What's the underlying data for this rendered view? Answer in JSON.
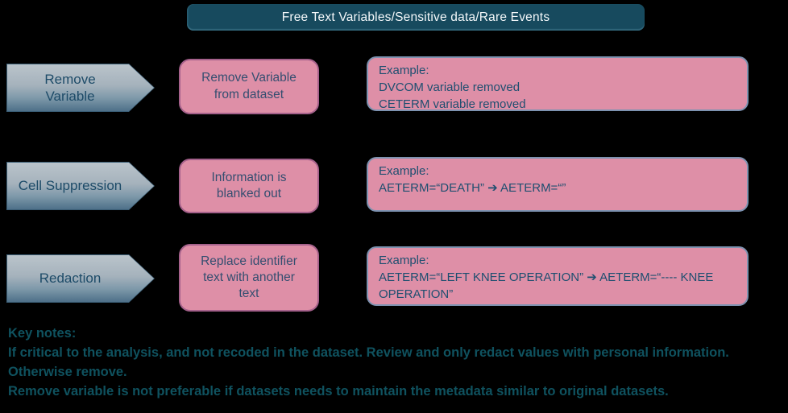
{
  "header": {
    "title": "Free Text Variables/Sensitive data/Rare Events"
  },
  "flow_rows": [
    {
      "label": "Remove\nVariable",
      "method": "Remove Variable\nfrom dataset",
      "example": "Example:\nDVCOM variable removed\nCETERM variable removed"
    },
    {
      "label": "Cell Suppression",
      "method": "Information is\nblanked out",
      "example": "Example:\nAETERM=“DEATH” ➔ AETERM=“”"
    },
    {
      "label": "Redaction",
      "method": "Replace identifier\ntext with another\ntext",
      "example": "Example:\nAETERM=“LEFT KNEE OPERATION” ➔ AETERM=“---- KNEE\nOPERATION”"
    }
  ],
  "key_notes": {
    "heading": "Key notes:",
    "note1": "If critical to the analysis, and not recoded in the dataset. Review and only redact values with personal information. Otherwise remove.",
    "note2": "Remove variable is not preferable if datasets needs to maintain the metadata similar to original datasets."
  },
  "colors": {
    "background": "#000000",
    "header_fill": "#174a5e",
    "header_text": "#f4f8fa",
    "pink_fill": "#de8fa7",
    "method_border": "#a5618b",
    "example_border": "#7d92b0",
    "arrow_gradient_top": "#bac4cb",
    "arrow_gradient_bottom": "#4e7089",
    "dark_text": "#1e4f70",
    "key_notes_text": "#0f525f"
  }
}
